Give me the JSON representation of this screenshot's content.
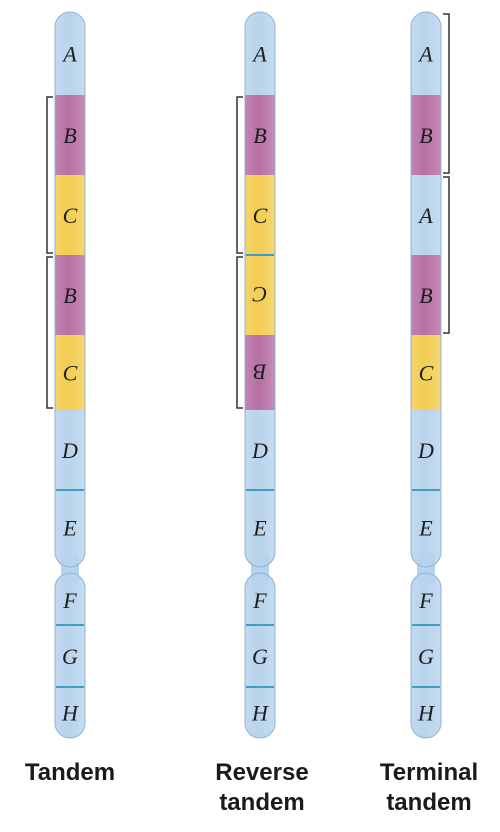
{
  "chromosomes": [
    {
      "id": "tandem",
      "label_lines": [
        "Tandem"
      ],
      "segments": [
        {
          "letter": "A",
          "color": "blue",
          "inverted": false
        },
        {
          "letter": "B",
          "color": "purple",
          "inverted": false
        },
        {
          "letter": "C",
          "color": "yellow",
          "inverted": false
        },
        {
          "letter": "B",
          "color": "purple",
          "inverted": false
        },
        {
          "letter": "C",
          "color": "yellow",
          "inverted": false
        },
        {
          "letter": "D",
          "color": "blue",
          "inverted": false
        },
        {
          "letter": "E",
          "color": "blue",
          "inverted": false
        },
        {
          "letter": "F",
          "color": "blue",
          "inverted": false
        },
        {
          "letter": "G",
          "color": "blue",
          "inverted": false
        },
        {
          "letter": "H",
          "color": "blue",
          "inverted": false
        }
      ],
      "brackets": [
        {
          "from_segment": 1,
          "to_segment": 2,
          "side": "left"
        },
        {
          "from_segment": 3,
          "to_segment": 4,
          "side": "left"
        }
      ]
    },
    {
      "id": "reverse-tandem",
      "label_lines": [
        "Reverse",
        "tandem"
      ],
      "segments": [
        {
          "letter": "A",
          "color": "blue",
          "inverted": false
        },
        {
          "letter": "B",
          "color": "purple",
          "inverted": false
        },
        {
          "letter": "C",
          "color": "yellow",
          "inverted": false
        },
        {
          "letter": "C",
          "color": "yellow",
          "inverted": true
        },
        {
          "letter": "B",
          "color": "purple",
          "inverted": true
        },
        {
          "letter": "D",
          "color": "blue",
          "inverted": false
        },
        {
          "letter": "E",
          "color": "blue",
          "inverted": false
        },
        {
          "letter": "F",
          "color": "blue",
          "inverted": false
        },
        {
          "letter": "G",
          "color": "blue",
          "inverted": false
        },
        {
          "letter": "H",
          "color": "blue",
          "inverted": false
        }
      ],
      "brackets": [
        {
          "from_segment": 1,
          "to_segment": 2,
          "side": "left"
        },
        {
          "from_segment": 3,
          "to_segment": 4,
          "side": "left"
        }
      ]
    },
    {
      "id": "terminal-tandem",
      "label_lines": [
        "Terminal",
        "tandem"
      ],
      "segments": [
        {
          "letter": "A",
          "color": "blue",
          "inverted": false
        },
        {
          "letter": "B",
          "color": "purple",
          "inverted": false
        },
        {
          "letter": "A",
          "color": "blue",
          "inverted": false
        },
        {
          "letter": "B",
          "color": "purple",
          "inverted": false
        },
        {
          "letter": "C",
          "color": "yellow",
          "inverted": false
        },
        {
          "letter": "D",
          "color": "blue",
          "inverted": false
        },
        {
          "letter": "E",
          "color": "blue",
          "inverted": false
        },
        {
          "letter": "F",
          "color": "blue",
          "inverted": false
        },
        {
          "letter": "G",
          "color": "blue",
          "inverted": false
        },
        {
          "letter": "H",
          "color": "blue",
          "inverted": false
        }
      ],
      "brackets": [
        {
          "from_segment": 0,
          "to_segment": 1,
          "side": "right"
        },
        {
          "from_segment": 2,
          "to_segment": 3,
          "side": "right"
        }
      ]
    }
  ],
  "colors": {
    "blue": "#b8d3ec",
    "purple": "#b76fa3",
    "yellow": "#f2cd52",
    "band_line": "#3f9ec6",
    "bracket": "#333333",
    "letter": "#1e1e1e"
  }
}
